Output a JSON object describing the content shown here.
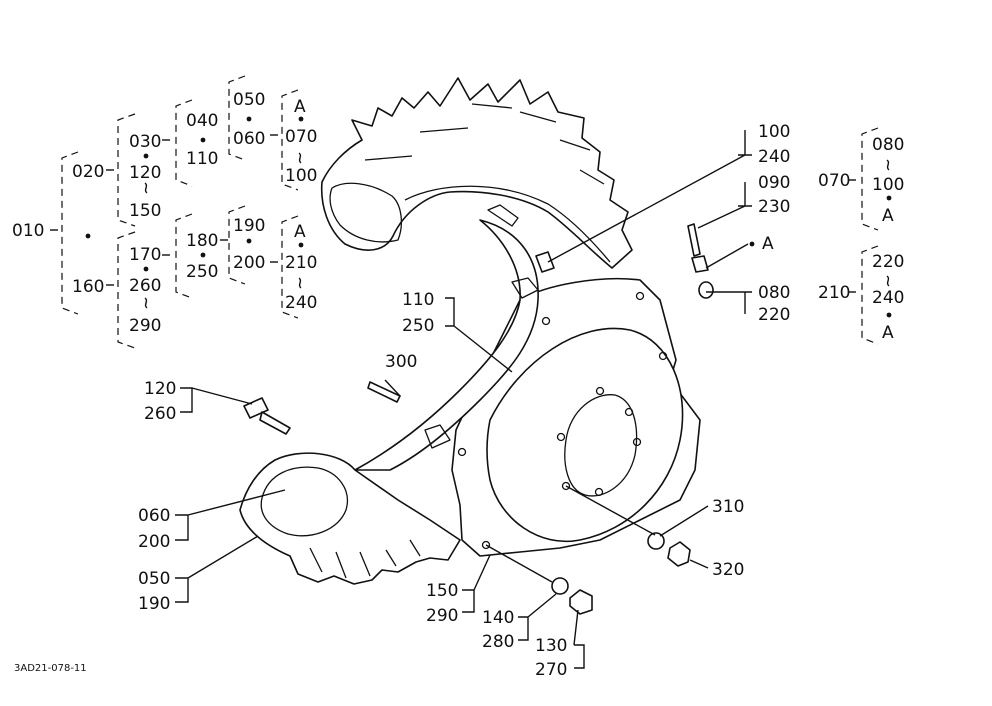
{
  "diagram_code": "3AD21-078-11",
  "labels": {
    "t010": "010",
    "t020": "020",
    "t160": "160",
    "t030": "030",
    "t120a": "120",
    "t150a": "150",
    "t170": "170",
    "t260a": "260",
    "t290a": "290",
    "t040": "040",
    "t110a": "110",
    "t050a": "050",
    "t060a": "060",
    "tA1": "A",
    "t070a": "070",
    "t100a": "100",
    "t180": "180",
    "t250a": "250",
    "t190a": "190",
    "t200a": "200",
    "tA2": "A",
    "t210a": "210",
    "t240a": "240",
    "t100b": "100",
    "t240b": "240",
    "t090": "090",
    "t230": "230",
    "tA3": "A",
    "t080b": "080",
    "t220b": "220",
    "t070b": "070",
    "t080c": "080",
    "t100c": "100",
    "tA4": "A",
    "t210b": "210",
    "t220c": "220",
    "t240c": "240",
    "tA5": "A",
    "t110b": "110",
    "t250b": "250",
    "t300": "300",
    "t120b": "120",
    "t260b": "260",
    "t060b": "060",
    "t200b": "200",
    "t050b": "050",
    "t190b": "190",
    "t150b": "150",
    "t290b": "290",
    "t140": "140",
    "t280": "280",
    "t130": "130",
    "t270": "270",
    "t310": "310",
    "t320": "320"
  }
}
